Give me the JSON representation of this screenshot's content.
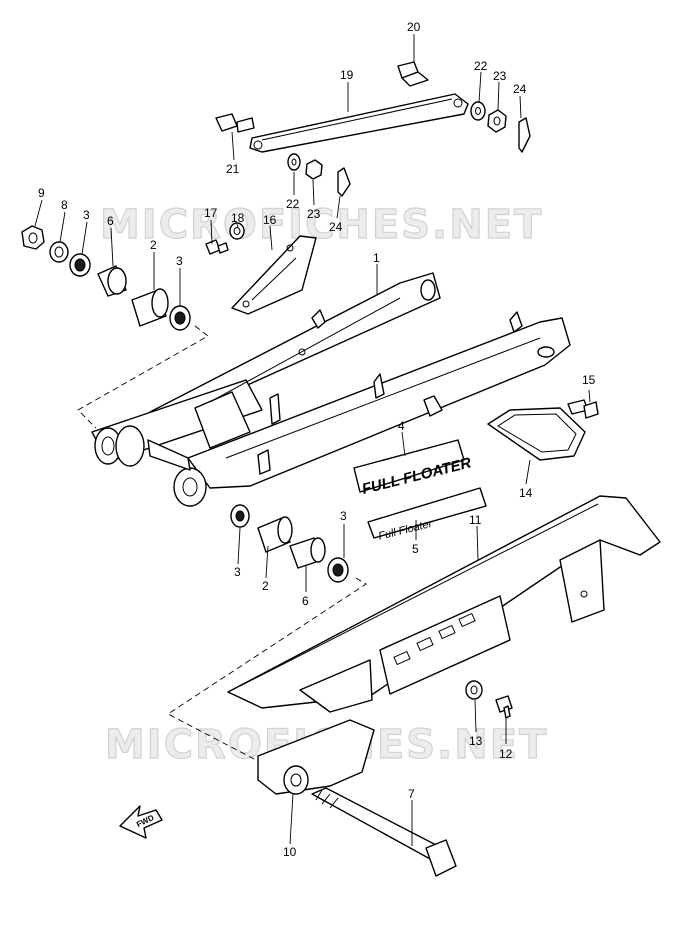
{
  "watermarks": [
    "MICROFICHES.NET",
    "MICROFICHES.NET"
  ],
  "emblems": {
    "full_floater_badge": "FULL FLOATER",
    "full_floater_script": "Full Floater"
  },
  "fwd_label": "FWD",
  "callouts": {
    "c1": "1",
    "c2a": "2",
    "c2b": "2",
    "c3a": "3",
    "c3b": "3",
    "c3c": "3",
    "c3d": "3",
    "c4": "4",
    "c5": "5",
    "c6a": "6",
    "c6b": "6",
    "c7": "7",
    "c8": "8",
    "c9": "9",
    "c10": "10",
    "c11": "11",
    "c12": "12",
    "c13": "13",
    "c14": "14",
    "c15": "15",
    "c16": "16",
    "c17": "17",
    "c18": "18",
    "c19": "19",
    "c20": "20",
    "c21": "21",
    "c22a": "22",
    "c22b": "22",
    "c23a": "23",
    "c23b": "23",
    "c24a": "24",
    "c24b": "24"
  }
}
